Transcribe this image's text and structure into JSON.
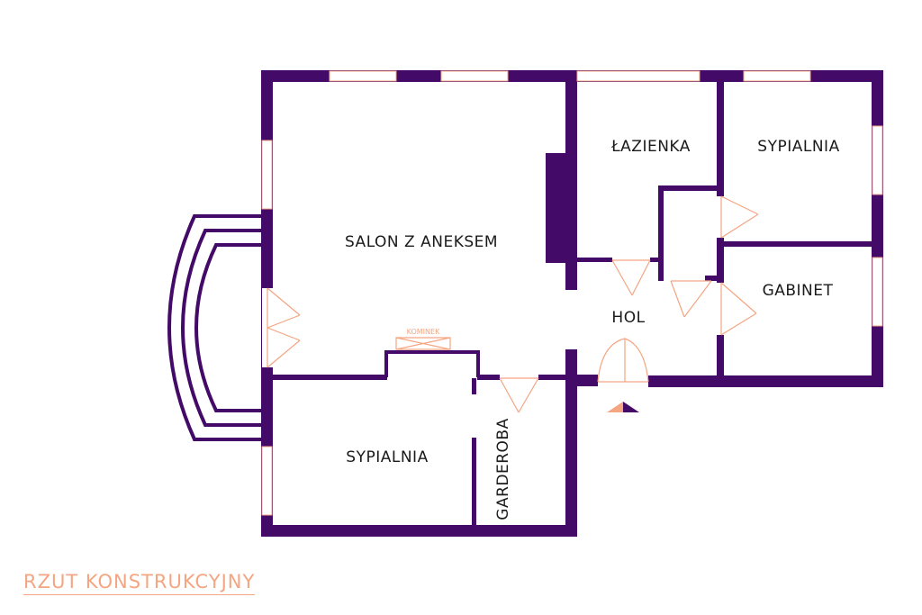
{
  "plan": {
    "title": "RZUT KONSTRUKCYJNY",
    "colors": {
      "wall": "#440a68",
      "accent": "#f4a582",
      "background": "#ffffff"
    },
    "rooms": {
      "salon": "SALON Z ANEKSEM",
      "lazienka": "ŁAZIENKA",
      "sypialnia_top": "SYPIALNIA",
      "gabinet": "GABINET",
      "hol": "HOL",
      "sypialnia_bottom": "SYPIALNIA",
      "garderoba": "GARDEROBA"
    },
    "fireplace_label": "KOMINEK",
    "icons": [
      "entrance-arrow-icon"
    ]
  }
}
